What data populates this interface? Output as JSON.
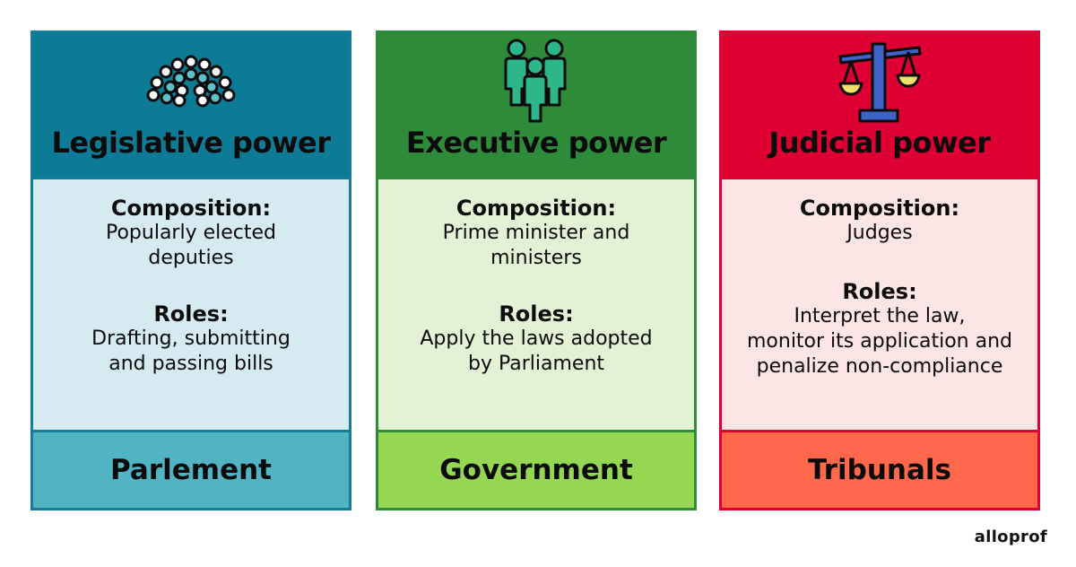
{
  "cards": [
    {
      "title": "Legislative power",
      "composition_label": "Composition:",
      "composition_text": "Popularly elected\ndeputies",
      "roles_label": "Roles:",
      "roles_text": "Drafting, submitting\nand passing bills",
      "institution": "Parlement",
      "icon": "assembly-seats-icon"
    },
    {
      "title": "Executive power",
      "composition_label": "Composition:",
      "composition_text": "Prime minister and\nministers",
      "roles_label": "Roles:",
      "roles_text": "Apply the laws adopted\nby Parliament",
      "institution": "Government",
      "icon": "people-group-icon"
    },
    {
      "title": "Judicial power",
      "composition_label": "Composition:",
      "composition_text": "Judges",
      "roles_label": "Roles:",
      "roles_text": "Interpret the law,\nmonitor its application and\npenalize non-compliance",
      "institution": "Tribunals",
      "icon": "scales-of-justice-icon"
    }
  ],
  "brand": "alloprof",
  "colors": {
    "legislative_header": "#0d7b96",
    "legislative_body": "#d5ebf1",
    "legislative_footer": "#52b4c3",
    "executive_header": "#2e8b3a",
    "executive_body": "#e3f2d4",
    "executive_footer": "#95d653",
    "judicial_header": "#df0033",
    "judicial_body": "#fce5e5",
    "judicial_footer": "#ff684a"
  }
}
